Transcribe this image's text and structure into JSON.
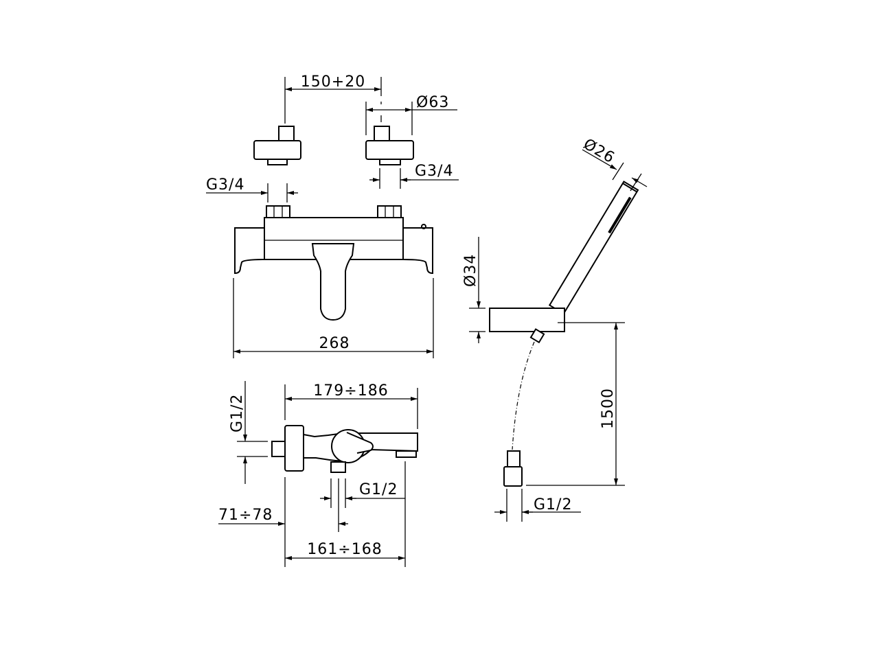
{
  "drawing": {
    "stroke_color": "#000000",
    "background": "#ffffff",
    "dimensions": {
      "wall_spacing": "150+20",
      "flange_diameter": "Ø63",
      "connection_right": "G3/4",
      "connection_left": "G3/4",
      "overall_width": "268",
      "projection": "179÷186",
      "inlet_side": "G1/2",
      "outlet_bottom": "G1/2",
      "outlet_offset": "71÷78",
      "body_depth": "161÷168",
      "holder_diameter": "Ø34",
      "handshower_diameter": "Ø26",
      "hose_length": "1500",
      "hose_connection": "G1/2"
    }
  }
}
